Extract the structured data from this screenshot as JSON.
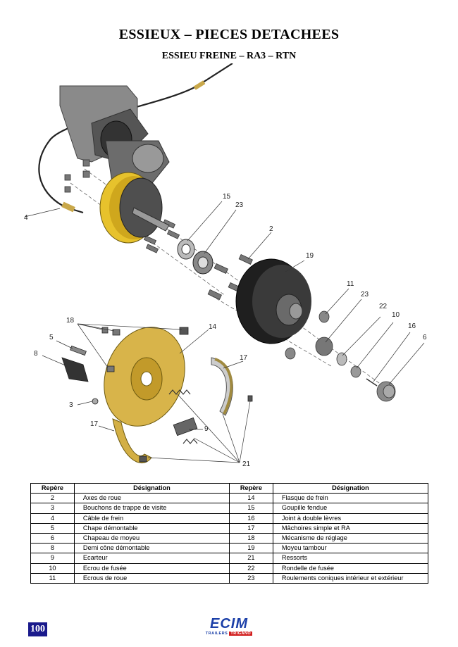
{
  "header": {
    "title": "ESSIEUX – PIECES DETACHEES",
    "subtitle": "ESSIEU FREINE – RA3 – RTN"
  },
  "diagram": {
    "callouts": [
      "2",
      "3",
      "4",
      "5",
      "6",
      "8",
      "9",
      "10",
      "11",
      "14",
      "15",
      "16",
      "17",
      "17",
      "18",
      "19",
      "21",
      "22",
      "23",
      "23"
    ]
  },
  "table": {
    "headers": [
      "Repère",
      "Désignation",
      "Repère",
      "Désignation"
    ],
    "rows": [
      {
        "n1": "2",
        "d1": "Axes de roue",
        "n2": "14",
        "d2": "Flasque de frein"
      },
      {
        "n1": "3",
        "d1": "Bouchons de trappe de visite",
        "n2": "15",
        "d2": "Goupille fendue"
      },
      {
        "n1": "4",
        "d1": "Câble de frein",
        "n2": "16",
        "d2": "Joint à double lèvres"
      },
      {
        "n1": "5",
        "d1": "Chape démontable",
        "n2": "17",
        "d2": "Mâchoires simple et RA"
      },
      {
        "n1": "6",
        "d1": "Chapeau de moyeu",
        "n2": "18",
        "d2": "Mécanisme de réglage"
      },
      {
        "n1": "8",
        "d1": "Demi cône démontable",
        "n2": "19",
        "d2": "Moyeu tambour"
      },
      {
        "n1": "9",
        "d1": "Ecarteur",
        "n2": "21",
        "d2": "Ressorts"
      },
      {
        "n1": "10",
        "d1": "Ecrou de fusée",
        "n2": "22",
        "d2": "Rondelle de fusée"
      },
      {
        "n1": "11",
        "d1": "Ecrous de roue",
        "n2": "23",
        "d2": "Roulements coniques intérieur et extérieur"
      }
    ]
  },
  "footer": {
    "page_number": "100",
    "logo_brand": "ECIM",
    "logo_sub_left": "TRAILERS",
    "logo_sub_right": "TRIGANO"
  }
}
